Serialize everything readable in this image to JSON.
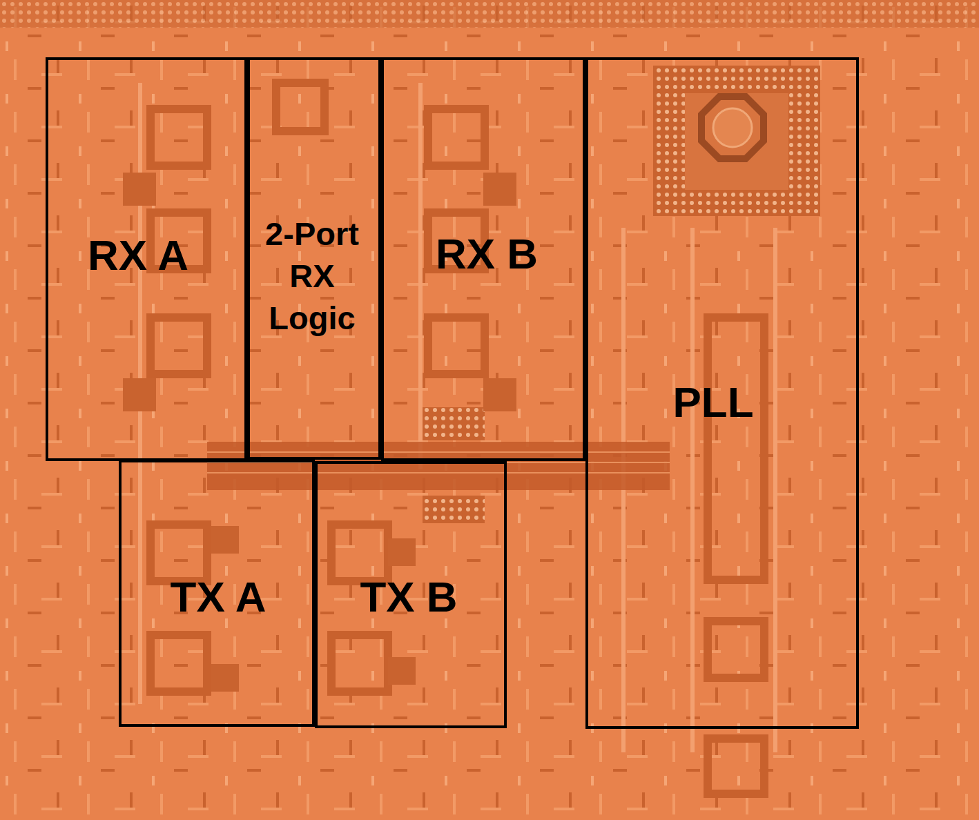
{
  "diagram": {
    "nodes": [
      {
        "text": [
          "RX A"
        ]
      },
      {
        "text": [
          "2-Port RX Logic"
        ]
      },
      {
        "text": [
          "RX B"
        ]
      },
      {
        "text": [
          "PLL"
        ]
      },
      {
        "text": [
          "TX A"
        ]
      },
      {
        "text": [
          "TX B"
        ]
      }
    ]
  }
}
